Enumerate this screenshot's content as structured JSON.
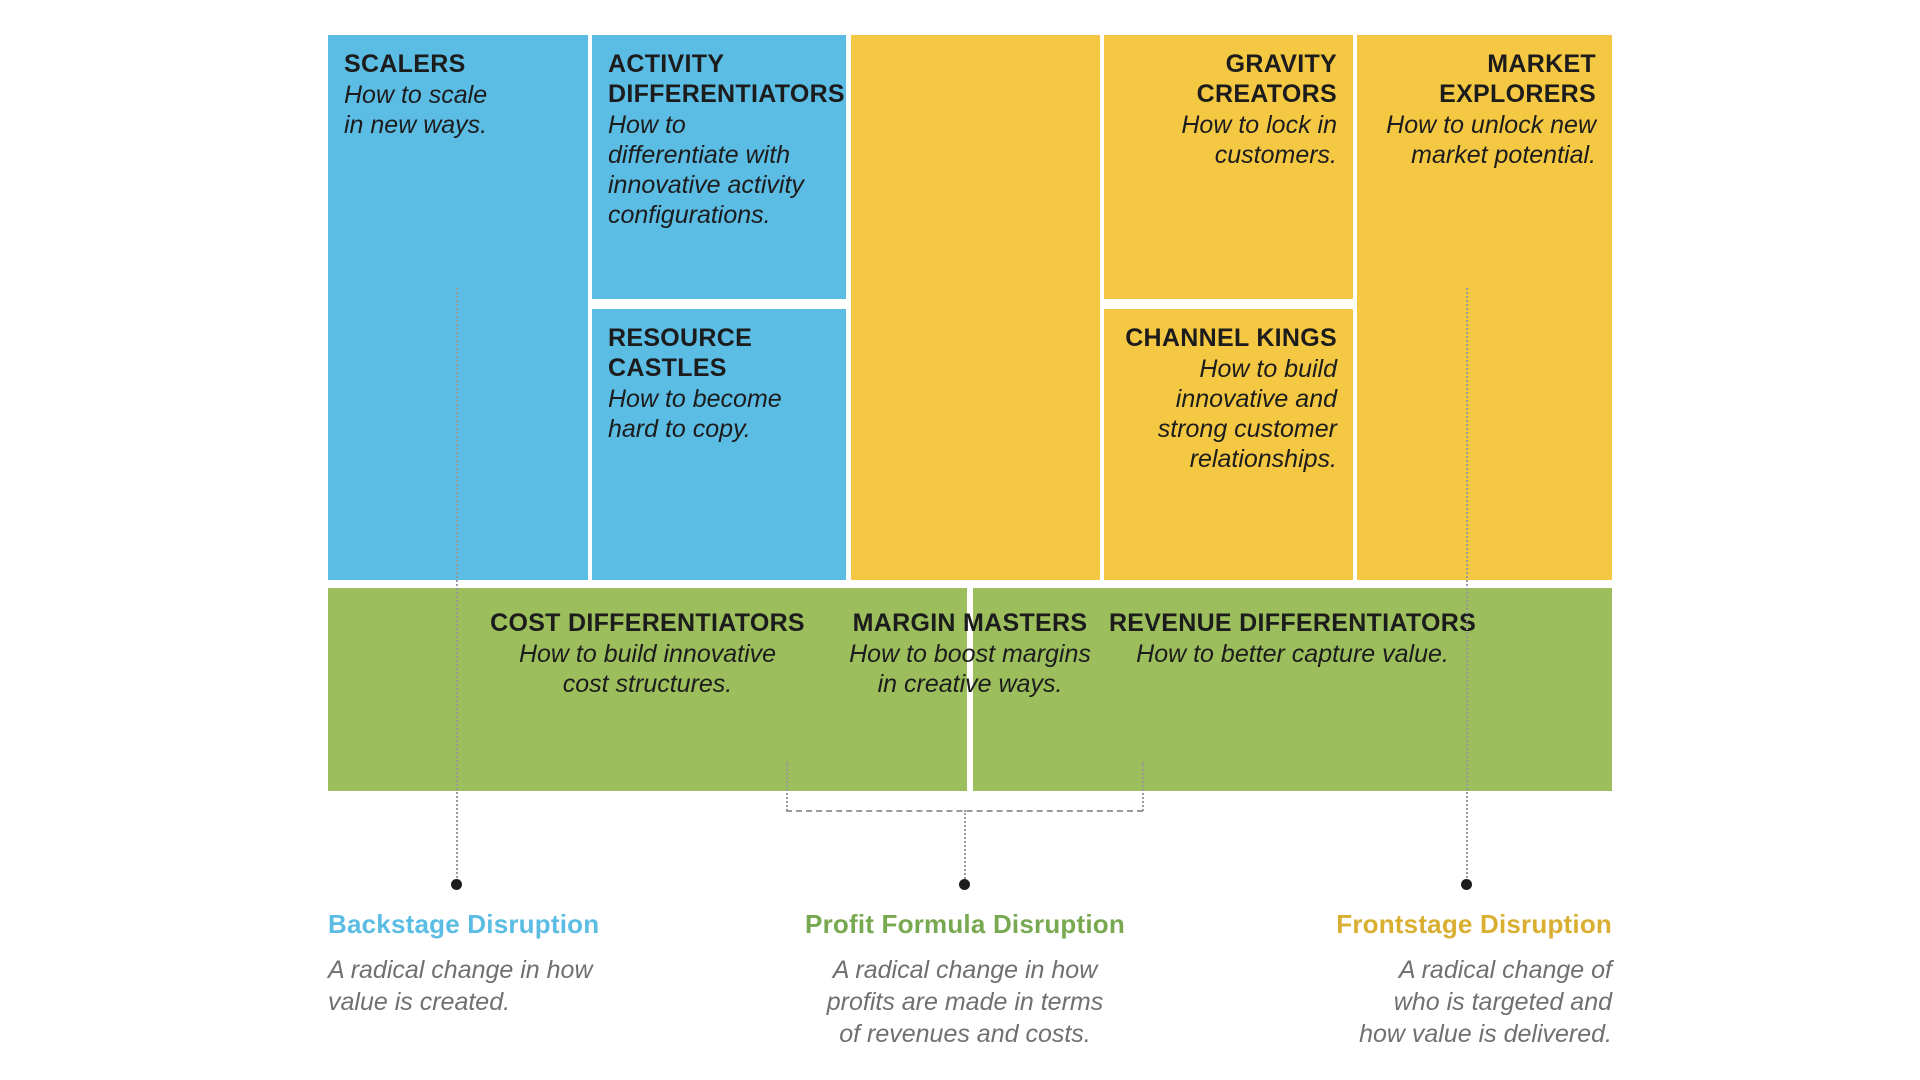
{
  "palette": {
    "blue": "#5BBCE4",
    "yellow": "#F5C843",
    "green": "#9CBE5C",
    "text_dark": "#1C1C1C",
    "text_muted": "#6F7072",
    "connector": "#9A9A9A",
    "background": "#FFFFFF"
  },
  "matrix": {
    "backstage": [
      {
        "title": "SCALERS",
        "subtitle": "How to scale\nin new ways.",
        "color": "#5BBCE4",
        "align": "left"
      },
      {
        "title": "ACTIVITY\nDIFFERENTIATORS",
        "subtitle": "How to\ndifferentiate with\ninnovative activity\nconfigurations.",
        "color": "#5BBCE4",
        "align": "left"
      },
      {
        "title": "RESOURCE\nCASTLES",
        "subtitle": "How to become\nhard to copy.",
        "color": "#5BBCE4",
        "align": "left"
      }
    ],
    "frontstage": [
      {
        "title": "",
        "subtitle": "",
        "color": "#F5C843",
        "align": "right"
      },
      {
        "title": "GRAVITY\nCREATORS",
        "subtitle": "How to lock in\ncustomers.",
        "color": "#F5C843",
        "align": "right"
      },
      {
        "title": "CHANNEL KINGS",
        "subtitle": "How to build\ninnovative and\nstrong customer\nrelationships.",
        "color": "#F5C843",
        "align": "right"
      },
      {
        "title": "MARKET\nEXPLORERS",
        "subtitle": "How to unlock new\nmarket potential.",
        "color": "#F5C843",
        "align": "right"
      }
    ],
    "profit_formula": [
      {
        "title": "COST DIFFERENTIATORS",
        "subtitle": "How to build innovative\ncost structures.",
        "color": "#9CBE5C",
        "align": "center"
      },
      {
        "title": "MARGIN MASTERS",
        "subtitle": "How to boost margins\nin creative ways.",
        "color": "#9CBE5C",
        "align": "center"
      },
      {
        "title": "REVENUE DIFFERENTIATORS",
        "subtitle": "How to better capture value.",
        "color": "#9CBE5C",
        "align": "center"
      }
    ]
  },
  "legend": [
    {
      "title": "Backstage Disruption",
      "color": "#5BBCE4",
      "description": "A radical change in how\nvalue is created.",
      "align": "left"
    },
    {
      "title": "Profit Formula Disruption",
      "color": "#78A84F",
      "description": "A radical change in how\nprofits are made in terms\nof revenues and costs.",
      "align": "center"
    },
    {
      "title": "Frontstage Disruption",
      "color": "#D9AF32",
      "description": "A radical change of\nwho is targeted and\nhow value is delivered.",
      "align": "right"
    }
  ]
}
